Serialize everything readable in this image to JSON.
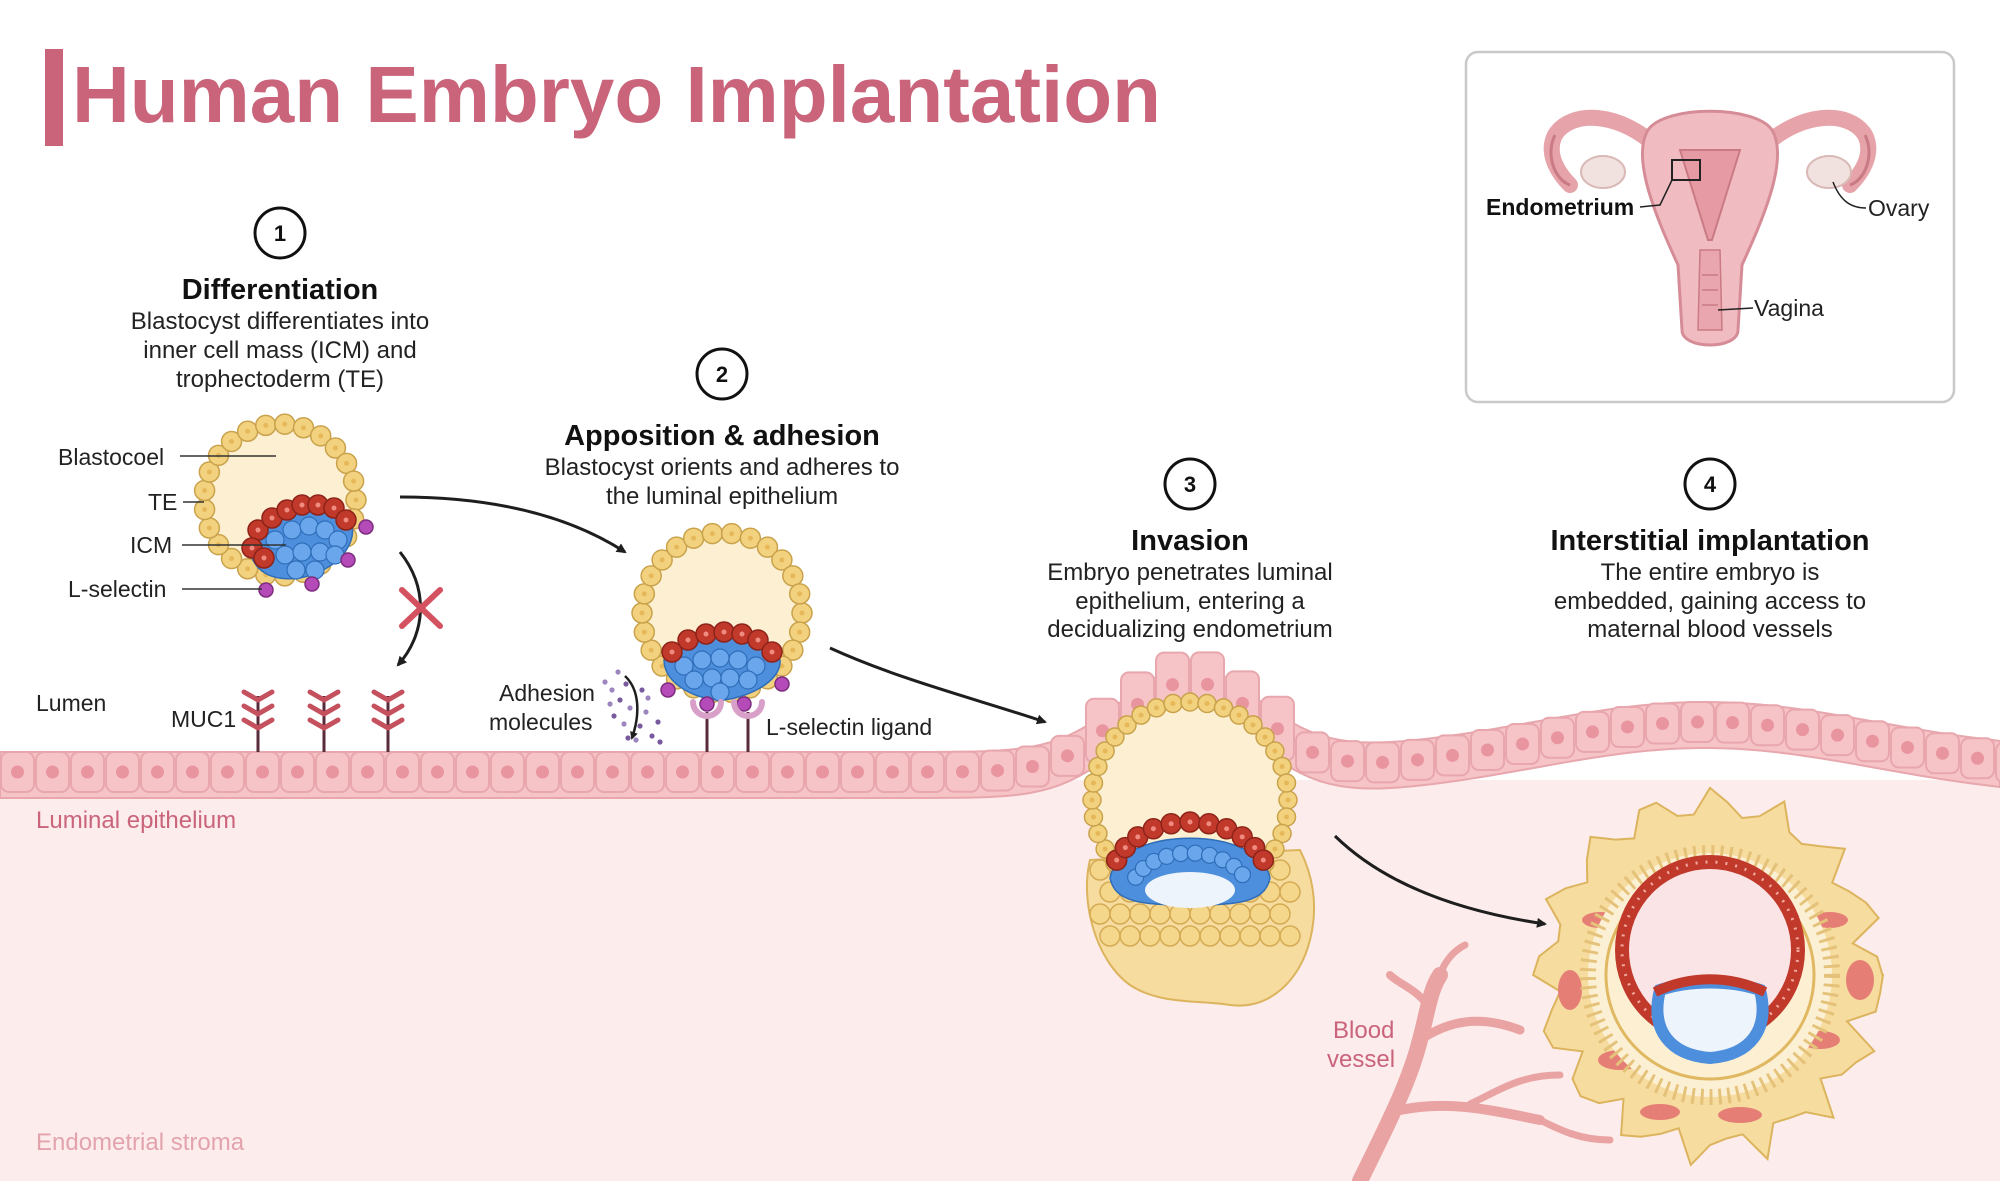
{
  "title": "Human Embryo Implantation",
  "colors": {
    "title": "#c9647b",
    "stroma": "#fdecec",
    "epithelium_cell": "#f6c3c6",
    "epithelium_nucleus": "#e995a0",
    "trophectoderm": "#f2d27f",
    "blastocoel": "#fdf0d2",
    "icm_red": "#c0392b",
    "icm_blue": "#4d8fdc",
    "l_selectin": "#b54bb8",
    "muc1": "#c5505e",
    "blood_vessel": "#e9a3a3",
    "label_pink": "#c9647b",
    "label_light_pink": "#e3a3ad"
  },
  "steps": [
    {
      "number": "1",
      "title": "Differentiation",
      "desc": [
        "Blastocyst differentiates into",
        "inner cell mass (ICM) and",
        "trophectoderm (TE)"
      ]
    },
    {
      "number": "2",
      "title": "Apposition & adhesion",
      "desc": [
        "Blastocyst orients and adheres to",
        "the luminal epithelium"
      ]
    },
    {
      "number": "3",
      "title": "Invasion",
      "desc": [
        "Embryo penetrates luminal",
        "epithelium, entering a",
        "decidualizing endometrium"
      ]
    },
    {
      "number": "4",
      "title": "Interstitial implantation",
      "desc": [
        "The entire embryo is",
        "embedded, gaining access to",
        "maternal blood vessels"
      ]
    }
  ],
  "labels": {
    "blastocoel": "Blastocoel",
    "te": "TE",
    "icm": "ICM",
    "l_selectin": "L-selectin",
    "lumen": "Lumen",
    "muc1": "MUC1",
    "adhesion_line1": "Adhesion",
    "adhesion_line2": "molecules",
    "l_selectin_ligand": "L-selectin ligand",
    "luminal_epithelium": "Luminal epithelium",
    "endometrial_stroma": "Endometrial stroma",
    "blood_vessel_line1": "Blood",
    "blood_vessel_line2": "vessel"
  },
  "inset": {
    "endometrium": "Endometrium",
    "ovary": "Ovary",
    "vagina": "Vagina"
  }
}
